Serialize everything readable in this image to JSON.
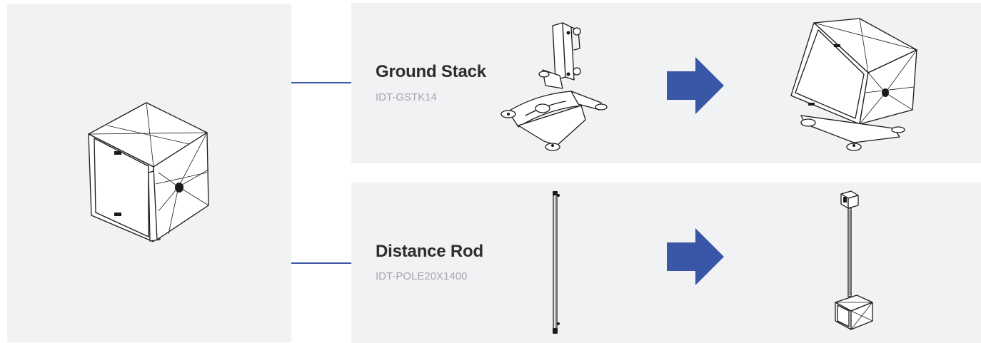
{
  "colors": {
    "panel_background": "#f1f2f4",
    "accent": "#3a56a6",
    "title_text": "#2d2d2d",
    "code_text": "#a5a7ab"
  },
  "accessories": [
    {
      "name": "Ground Stack",
      "code": "IDT-GSTK14",
      "part_icon": "ground-stack-bracket-icon",
      "result_icon": "speaker-on-ground-stack-icon"
    },
    {
      "name": "Distance Rod",
      "code": "IDT-POLE20X1400",
      "part_icon": "distance-rod-icon",
      "result_icon": "speaker-on-distance-rod-icon"
    }
  ]
}
